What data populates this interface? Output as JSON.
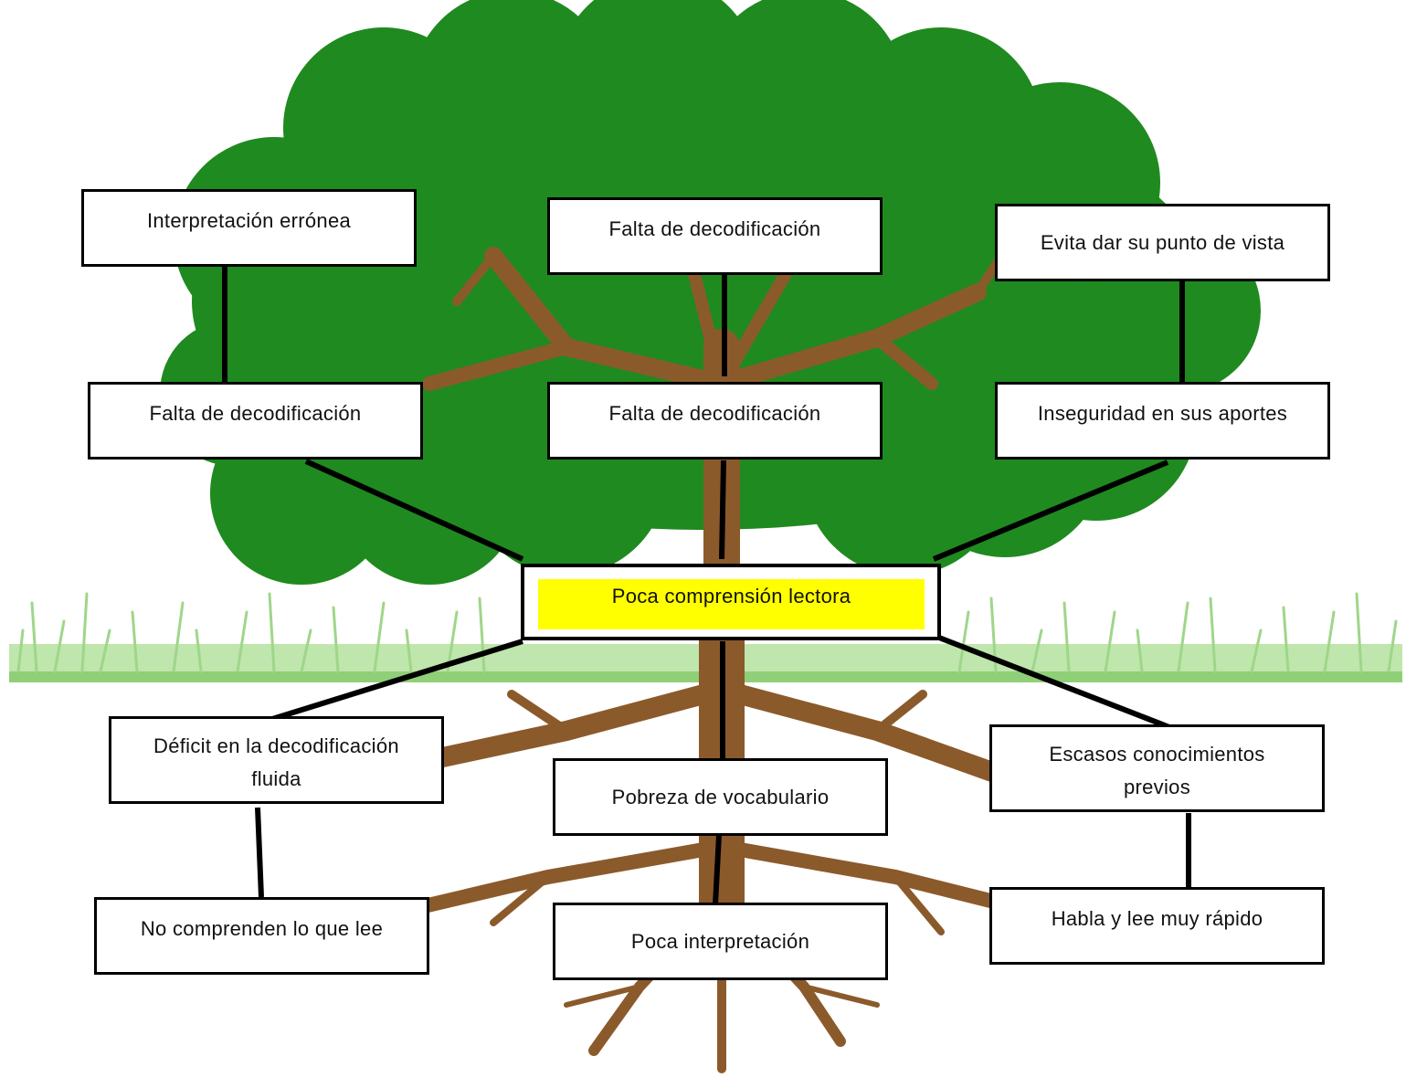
{
  "colors": {
    "foliage": "#1f8a1f",
    "foliage_dark": "#157015",
    "trunk": "#8b5a2b",
    "grass": "#9fd68a",
    "highlight": "#ffff00",
    "line": "#000000"
  },
  "diagram": {
    "center": "Poca comprensión lectora",
    "effects": {
      "top_left": "Interpretación errónea",
      "top_center": "Falta de decodificación",
      "top_right": "Evita dar su punto de vista",
      "mid_left": "Falta de decodificación",
      "mid_center": "Falta de decodificación",
      "mid_right": "Inseguridad en sus aportes"
    },
    "causes": {
      "upper_left": "Déficit en la decodificación fluida",
      "upper_center": "Pobreza de vocabulario",
      "upper_right": "Escasos conocimientos previos",
      "lower_left": "No comprenden lo que lee",
      "lower_center": "Poca interpretación",
      "lower_right": "Habla y lee muy rápido"
    }
  }
}
